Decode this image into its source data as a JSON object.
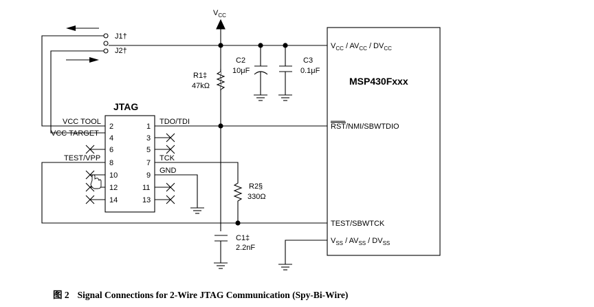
{
  "supply": {
    "main": "V",
    "sub": "CC"
  },
  "jumpers": {
    "j1": "J1†",
    "j2": "J2†"
  },
  "r1": {
    "ref": "R1‡",
    "value": "47kΩ"
  },
  "r2": {
    "ref": "R2§",
    "value": "330Ω"
  },
  "c1": {
    "ref": "C1‡",
    "value": "2.2nF"
  },
  "c2": {
    "ref": "C2",
    "value": "10μF"
  },
  "c3": {
    "ref": "C3",
    "value": "0.1μF"
  },
  "jtag": {
    "title": "JTAG",
    "left_pins": [
      "2",
      "4",
      "6",
      "8",
      "10",
      "12",
      "14"
    ],
    "right_pins": [
      "1",
      "3",
      "5",
      "7",
      "9",
      "11",
      "13"
    ],
    "labels": {
      "vcc_tool": "VCC TOOL",
      "vcc_target": "VCC TARGET",
      "test_vpp": "TEST/VPP",
      "tdo_tdi": "TDO/TDI",
      "tck": "TCK",
      "gnd": "GND"
    }
  },
  "mcu": {
    "name": "MSP430Fxxx",
    "vcc_pin": {
      "p1": "V",
      "s1": "CC",
      "p2": " / AV",
      "s2": "CC",
      "p3": " / DV",
      "s3": "CC"
    },
    "rst_pin": {
      "overbar": "RST",
      "rest": "/NMI/SBWTDIO"
    },
    "test_pin": "TEST/SBWTCK",
    "vss_pin": {
      "p1": "V",
      "s1": "SS",
      "p2": " / AV",
      "s2": "SS",
      "p3": " / DV",
      "s3": "SS"
    }
  },
  "caption": {
    "label": "图 2",
    "text": "Signal Connections for 2-Wire JTAG Communication (Spy-Bi-Wire)"
  }
}
